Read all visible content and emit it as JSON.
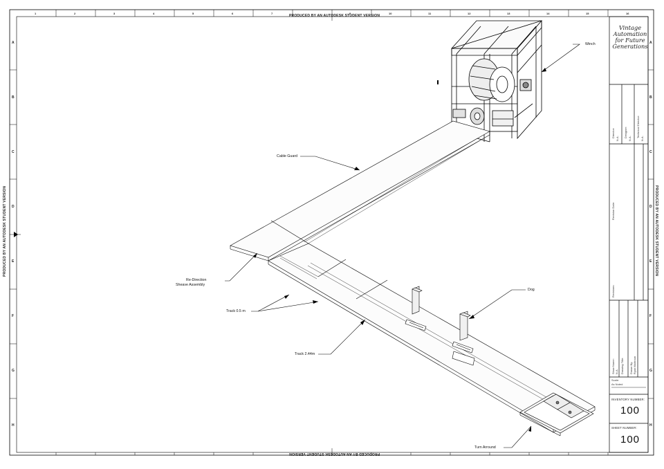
{
  "watermark": "PRODUCED BY AN AUTODESK STUDENT VERSION",
  "border": {
    "columns": [
      "1",
      "2",
      "3",
      "4",
      "5",
      "6",
      "7",
      "8",
      "9",
      "10",
      "11",
      "12",
      "13",
      "14",
      "15",
      "16"
    ],
    "rows": [
      "A",
      "B",
      "C",
      "D",
      "E",
      "F",
      "G",
      "H"
    ]
  },
  "callouts": {
    "winch": "Winch",
    "cable_guard": "Cable Guard",
    "redirection_line1": "Re-Direction",
    "redirection_line2": "Sheave Assembly",
    "dog": "Dog",
    "track_05": "Track 0.5 m",
    "track_244": "Track 2.44m",
    "turn_around": "Turn Arround"
  },
  "title_block": {
    "logo_lines": [
      "Vintage",
      "Automation",
      "for Future",
      "Generations"
    ],
    "director_label": "Director:",
    "director_value": "N.A.",
    "designer_label": "Designer:",
    "designer_value": "N.A.",
    "technical_director_label": "Technical Director:",
    "technical_director_value": "N.A.",
    "revision_date_label": "Revision Date:",
    "revisions_label": "Revisions:",
    "show_name_label": "Show Name:",
    "show_name_value": "N.A.",
    "drawing_title_label": "Drawing Title:",
    "drawn_by_label": "Drawn By:",
    "drawn_by_value": "Ryan Mahroun",
    "scale_label": "Scale:",
    "scale_value": "As Noted",
    "inventory_label": "Inventory Number:",
    "inventory_value": "100",
    "sheet_label": "Sheet Number:",
    "sheet_value": "100"
  }
}
